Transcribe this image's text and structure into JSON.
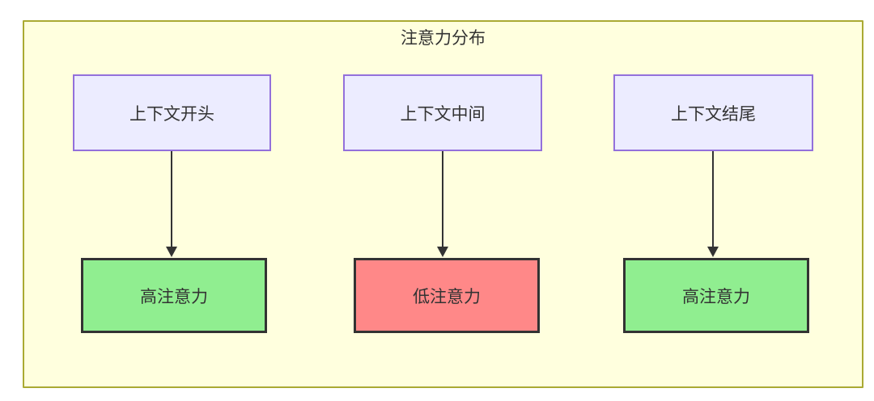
{
  "diagram": {
    "title": "注意力分布",
    "columns": [
      {
        "source": "上下文开头",
        "target": "高注意力",
        "attention": "high"
      },
      {
        "source": "上下文中间",
        "target": "低注意力",
        "attention": "low"
      },
      {
        "source": "上下文结尾",
        "target": "高注意力",
        "attention": "high"
      }
    ],
    "colors": {
      "cluster_background": "#ffffde",
      "cluster_border": "#aaaa33",
      "source_node_fill": "#ececff",
      "source_node_border": "#9370db",
      "high_attention_fill": "#90ee90",
      "low_attention_fill": "#ff8888",
      "result_node_border": "#333333",
      "edge_color": "#333333",
      "text_color": "#333333"
    }
  }
}
